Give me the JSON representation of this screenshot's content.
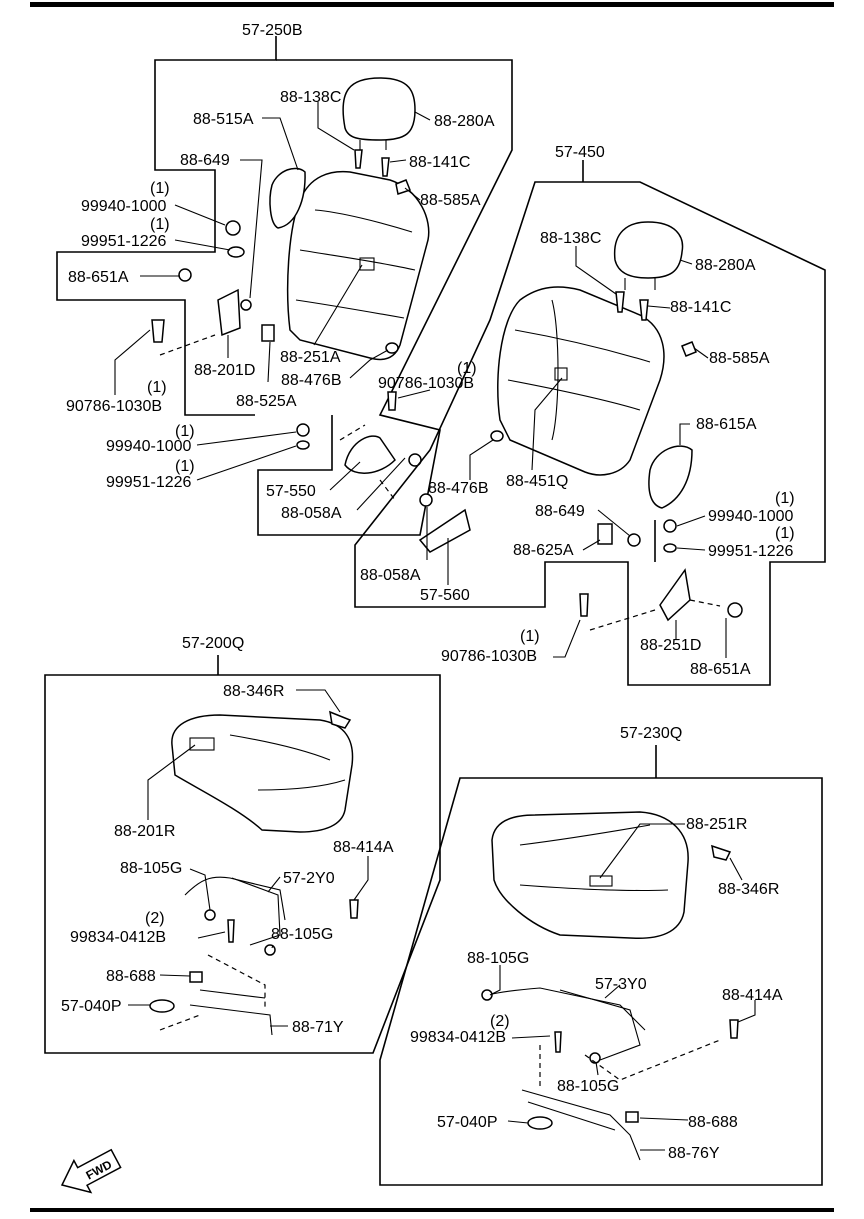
{
  "groups": {
    "g57_250B": "57-250B",
    "g57_450": "57-450",
    "g57_200Q": "57-200Q",
    "g57_230Q": "57-230Q",
    "g57_550": "57-550",
    "g57_560": "57-560"
  },
  "labels": {
    "p88_138C_a": "88-138C",
    "p88_280A_a": "88-280A",
    "p88_515A": "88-515A",
    "p88_141C_a": "88-141C",
    "p88_649_a": "88-649",
    "p88_585A_a": "88-585A",
    "q1_a": "(1)",
    "p99940_a": "99940-1000",
    "q1_b": "(1)",
    "p99951_a": "99951-1226",
    "p88_651A_a": "88-651A",
    "p88_251A": "88-251A",
    "p88_476B_a": "88-476B",
    "p88_201D": "88-201D",
    "p88_525A": "88-525A",
    "q1_c": "(1)",
    "p90786_a": "90786-1030B",
    "q1_d": "(1)",
    "p90786_b": "90786-1030B",
    "q1_e": "(1)",
    "p99940_b": "99940-1000",
    "q1_f": "(1)",
    "p99951_b": "99951-1226",
    "p88_058A_a": "88-058A",
    "p88_138C_b": "88-138C",
    "p88_280A_b": "88-280A",
    "p88_141C_b": "88-141C",
    "p88_585A_b": "88-585A",
    "p88_615A": "88-615A",
    "p88_476B_b": "88-476B",
    "p88_451Q": "88-451Q",
    "p88_649_b": "88-649",
    "q1_g": "(1)",
    "p99940_c": "99940-1000",
    "q1_h": "(1)",
    "p99951_c": "99951-1226",
    "p88_625A": "88-625A",
    "p88_058A_b": "88-058A",
    "q1_i": "(1)",
    "p90786_c": "90786-1030B",
    "p88_251D": "88-251D",
    "p88_651A_b": "88-651A",
    "p88_346R_a": "88-346R",
    "p88_201R": "88-201R",
    "p88_414A_a": "88-414A",
    "p88_105G_a": "88-105G",
    "p57_2Y0": "57-2Y0",
    "q2_a": "(2)",
    "p99834_a": "99834-0412B",
    "p88_105G_b": "88-105G",
    "p88_688_a": "88-688",
    "p57_040P_a": "57-040P",
    "p88_71Y": "88-71Y",
    "p88_251R": "88-251R",
    "p88_346R_b": "88-346R",
    "p88_105G_c": "88-105G",
    "p57_3Y0": "57-3Y0",
    "p88_414A_b": "88-414A",
    "q2_b": "(2)",
    "p99834_b": "99834-0412B",
    "p88_105G_d": "88-105G",
    "p57_040P_b": "57-040P",
    "p88_688_b": "88-688",
    "p88_76Y": "88-76Y",
    "fwd": "FWD"
  }
}
